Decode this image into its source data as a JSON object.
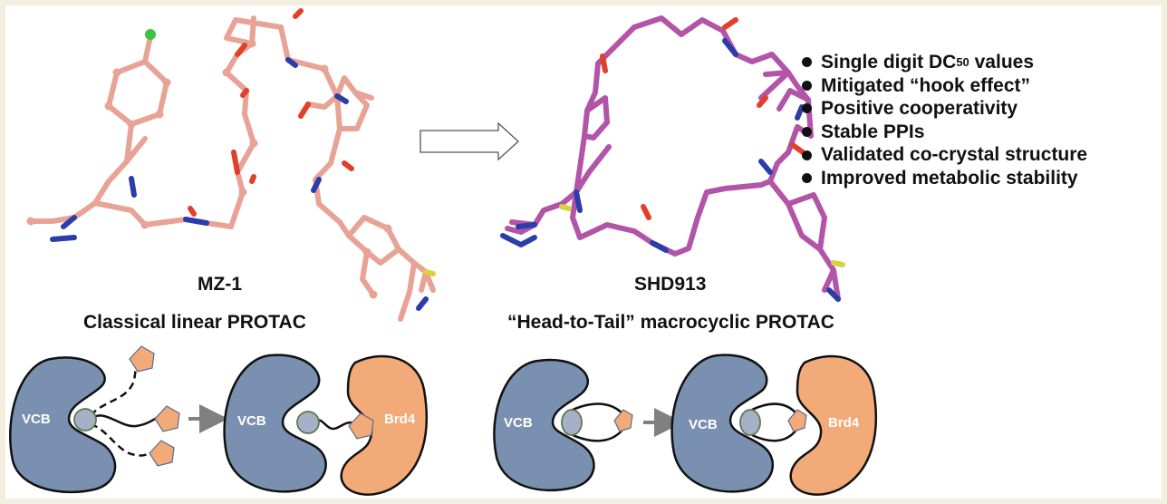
{
  "colors": {
    "background": "#f3eedf",
    "panel": "#ffffff",
    "mz1_carbon": "#e8a296",
    "shd913_carbon": "#b254a8",
    "nitrogen": "#2b3da8",
    "oxygen": "#e0402a",
    "chlorine": "#3cc43c",
    "sulfur": "#d8d040",
    "vcb_fill": "#7a90b0",
    "brd4_fill": "#f2aa78",
    "ligand_circle": "#a6b0c8",
    "ligand_circle_stroke": "#5b7a4a",
    "arrow_gray": "#808080"
  },
  "molecules": {
    "left": {
      "name": "MZ-1",
      "caption": "Classical linear PROTAC"
    },
    "right": {
      "name": "SHD913",
      "caption": "“Head-to-Tail” macrocyclic PROTAC"
    }
  },
  "transition_arrow_icon": "outline-right-arrow",
  "advantages": [
    {
      "text": "Single digit DC",
      "sub": "50",
      "tail": " values"
    },
    {
      "text": "Mitigated “hook effect”"
    },
    {
      "text": "Positive cooperativity"
    },
    {
      "text": "Stable PPIs"
    },
    {
      "text": "Validated co-crystal structure"
    },
    {
      "text": "Improved metabolic stability"
    }
  ],
  "schematics": {
    "e3_label": "VCB",
    "target_label": "Brd4"
  }
}
